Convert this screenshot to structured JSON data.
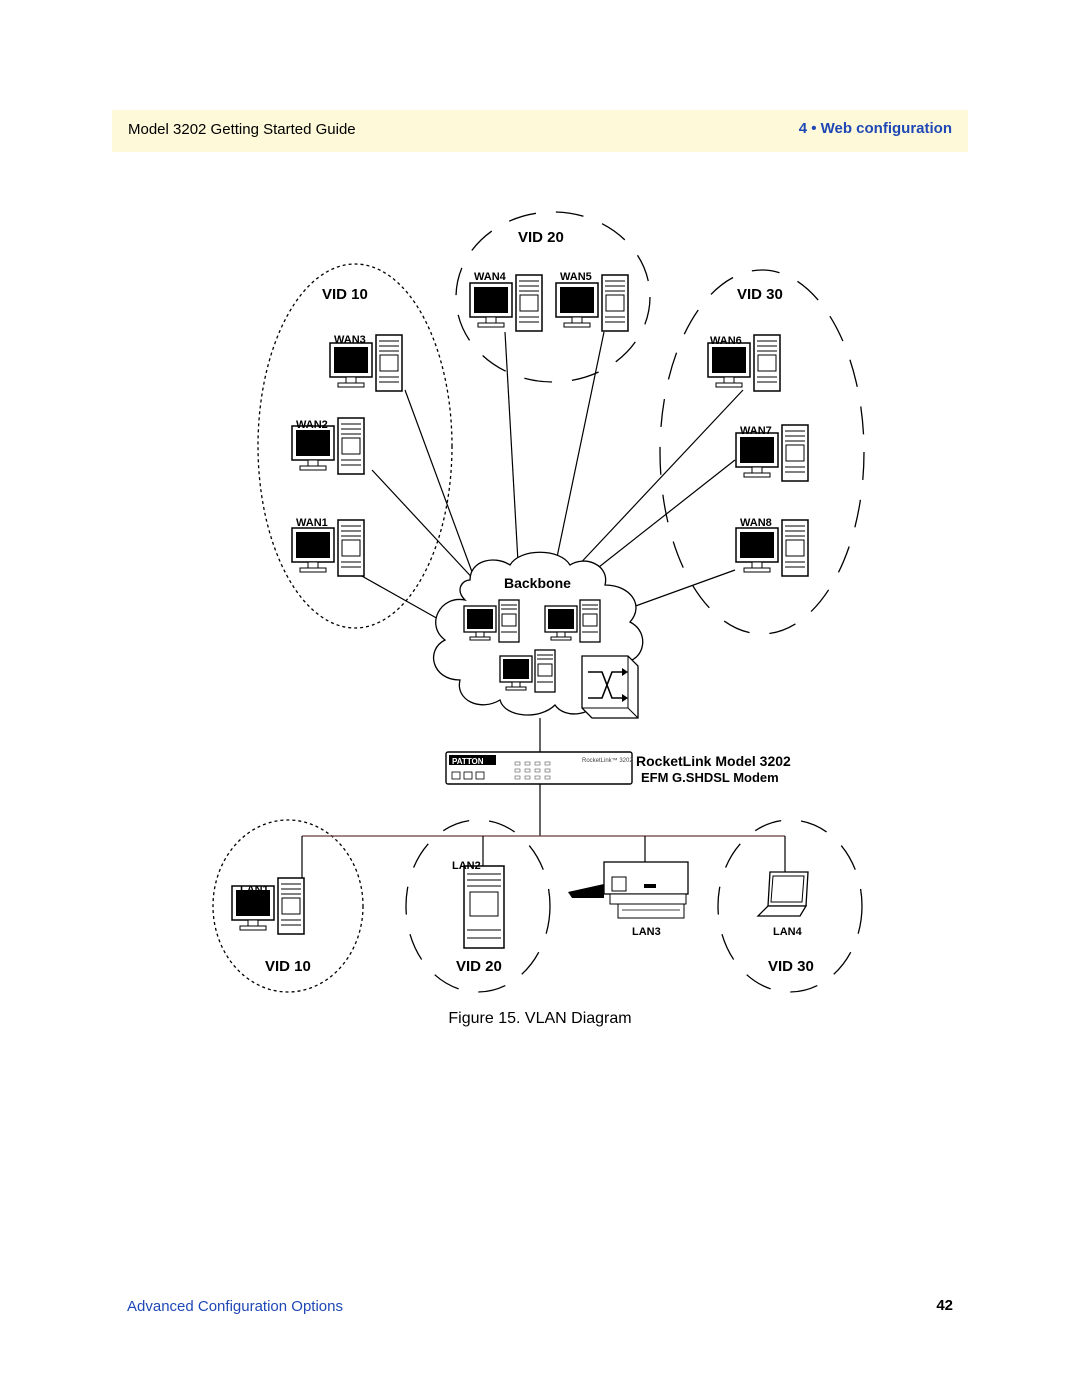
{
  "header": {
    "title": "Model 3202 Getting Started Guide",
    "section": "4 • Web configuration"
  },
  "diagram": {
    "vlan_labels": {
      "top_left": "VID 10",
      "top_center": "VID 20",
      "top_right": "VID 30",
      "bottom_left": "VID 10",
      "bottom_center": "VID 20",
      "bottom_right": "VID 30"
    },
    "wan": [
      "WAN1",
      "WAN2",
      "WAN3",
      "WAN4",
      "WAN5",
      "WAN6",
      "WAN7",
      "WAN8"
    ],
    "lan": [
      "LAN1",
      "LAN2",
      "LAN3",
      "LAN4"
    ],
    "backbone": "Backbone",
    "device_name": "RocketLink Model 3202",
    "device_sub": "EFM G.SHDSL Modem",
    "device_brand": "PATTON",
    "device_panel": "RocketLink™ 3202"
  },
  "caption": "Figure 15. VLAN Diagram",
  "footer": {
    "left": "Advanced Configuration Options",
    "page": "42"
  }
}
